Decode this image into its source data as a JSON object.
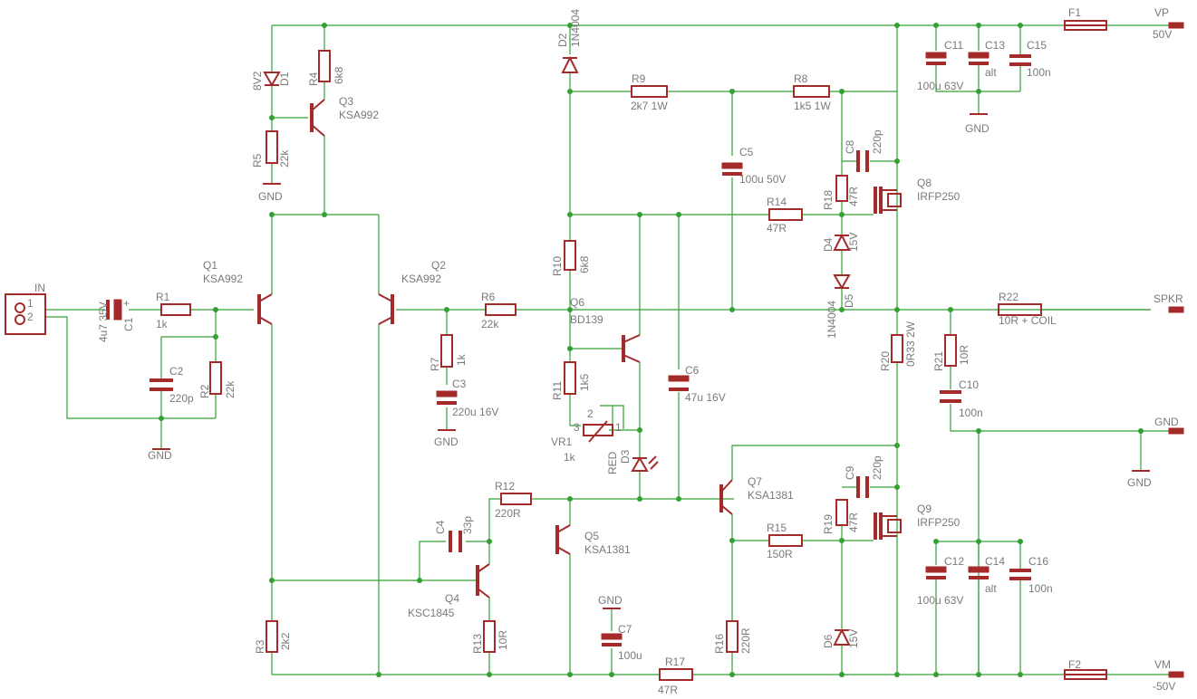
{
  "connector": {
    "name": "IN",
    "pin1": "1",
    "pin2": "2"
  },
  "labels": {
    "c1": "C1",
    "c1v": "4u7 35V",
    "r1": "R1",
    "r1v": "1k",
    "c2": "C2",
    "c2v": "220p",
    "r2": "R2",
    "r2v": "22k",
    "gnd1": "GND",
    "gnd2": "GND",
    "gnd3": "GND",
    "gnd4": "GND",
    "gnd5": "GND",
    "gnd6": "GND",
    "gnd_rail": "GND",
    "vp": "VP",
    "vp_v": "50V",
    "vm": "VM",
    "vm_v": "-50V",
    "spkr": "SPKR",
    "q1": "Q1",
    "q1v": "KSA992",
    "q2": "Q2",
    "q2v": "KSA992",
    "q3": "Q3",
    "q3v": "KSA992",
    "q4": "Q4",
    "q4v": "KSC1845",
    "q5": "Q5",
    "q5v": "KSA1381",
    "q6": "Q6",
    "q6v": "BD139",
    "q7": "Q7",
    "q7v": "KSA1381",
    "q8": "Q8",
    "q8v": "IRFP250",
    "q9": "Q9",
    "q9v": "IRFP250",
    "d1": "D1",
    "d1v": "8V2",
    "d2": "D2",
    "d2v": "1N4004",
    "d3": "D3",
    "d3v": "RED",
    "d4": "D4",
    "d4v": "15V",
    "d5": "D5",
    "d5v": "1N4004",
    "d6": "D6",
    "d6v": "15V",
    "r3": "R3",
    "r3v": "2k2",
    "r4": "R4",
    "r4v": "6k8",
    "r5": "R5",
    "r5v": "22k",
    "r6": "R6",
    "r6v": "22k",
    "r7": "R7",
    "r7v": "1k",
    "r9": "R9",
    "r9v": "2k7 1W",
    "r8": "R8",
    "r8v": "1k5 1W",
    "r10": "R10",
    "r10v": "6k8",
    "r11": "R11",
    "r11v": "1k5",
    "r12": "R12",
    "r12v": "220R",
    "r13": "R13",
    "r13v": "10R",
    "r14": "R14",
    "r14v": "47R",
    "r15": "R15",
    "r15v": "150R",
    "r16": "R16",
    "r16v": "220R",
    "r17": "R17",
    "r17v": "47R",
    "r18": "R18",
    "r18v": "47R",
    "r19": "R19",
    "r19v": "47R",
    "r20": "R20",
    "r20v": "0R33 2W",
    "r21": "R21",
    "r21v": "10R",
    "r22": "R22",
    "r22v": "10R + COIL",
    "c3": "C3",
    "c3v": "220u 16V",
    "c4": "C4",
    "c4v": "33p",
    "c5": "C5",
    "c5v": "100u 50V",
    "c6": "C6",
    "c6v": "47u 16V",
    "c7": "C7",
    "c7v": "100u",
    "c8": "C8",
    "c8v": "220p",
    "c9": "C9",
    "c9v": "220p",
    "c10": "C10",
    "c10v": "100n",
    "c11": "C11",
    "c11v": "100u 63V",
    "c12": "C12",
    "c12v": "100u 63V",
    "c13": "C13",
    "c13v": "alt",
    "c14": "C14",
    "c14v": "alt",
    "c15": "C15",
    "c15v": "100n",
    "c16": "C16",
    "c16v": "100n",
    "f1": "F1",
    "f2": "F2",
    "vr1": "VR1",
    "vr1v": "1k",
    "vr1p1": "1",
    "vr1p2": "2",
    "vr1p3": "3"
  }
}
